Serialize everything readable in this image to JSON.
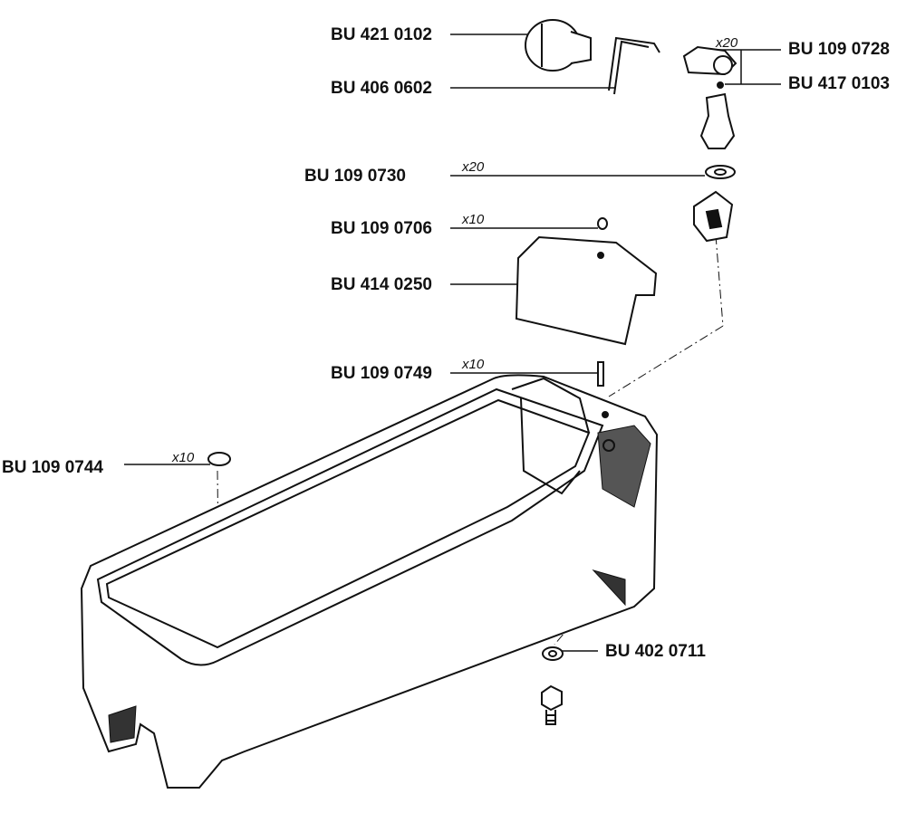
{
  "diagram": {
    "parts": [
      {
        "id": "p1",
        "number": "BU 421 0102",
        "quantity": null
      },
      {
        "id": "p2",
        "number": "BU 406 0602",
        "quantity": null
      },
      {
        "id": "p3",
        "number": "BU 109 0728",
        "quantity": "x20"
      },
      {
        "id": "p4",
        "number": "BU 417 0103",
        "quantity": null
      },
      {
        "id": "p5",
        "number": "BU 109 0730",
        "quantity": "x20"
      },
      {
        "id": "p6",
        "number": "BU 109 0706",
        "quantity": "x10"
      },
      {
        "id": "p7",
        "number": "BU 414 0250",
        "quantity": null
      },
      {
        "id": "p8",
        "number": "BU 109 0749",
        "quantity": "x10"
      },
      {
        "id": "p9",
        "number": "BU 109 0744",
        "quantity": "x10"
      },
      {
        "id": "p10",
        "number": "BU 402 0711",
        "quantity": null
      }
    ],
    "line_color": "#111111"
  }
}
